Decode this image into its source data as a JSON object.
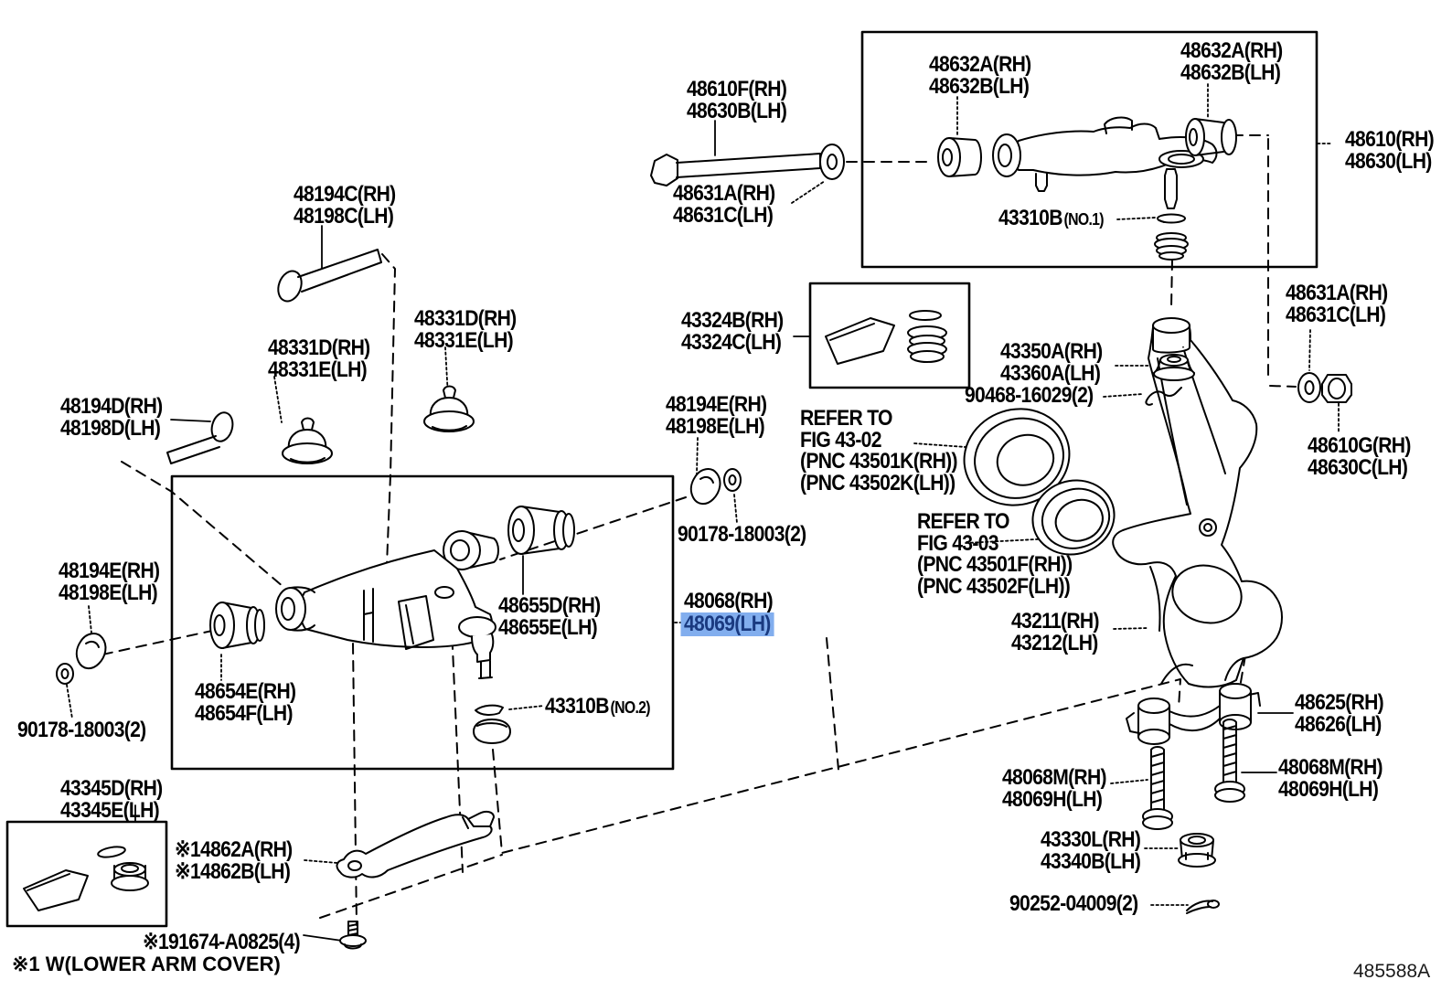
{
  "diagram_code": "485588A",
  "footnote": "※1 W(LOWER ARM COVER)",
  "selected_part": "48069(LH)",
  "colors": {
    "background": "#ffffff",
    "line": "#000000",
    "highlight_bg": "#82aeee",
    "highlight_text": "#1a3a80"
  },
  "labels": {
    "l48194c": {
      "lines": [
        "48194C(RH)",
        "48198C(LH)"
      ]
    },
    "l48610f": {
      "lines": [
        "48610F(RH)",
        "48630B(LH)"
      ]
    },
    "l48632_left": {
      "lines": [
        "48632A(RH)",
        "48632B(LH)"
      ]
    },
    "l48632_right": {
      "lines": [
        "48632A(RH)",
        "48632B(LH)"
      ]
    },
    "l48610": {
      "lines": [
        "48610(RH)",
        "48630(LH)"
      ]
    },
    "l48631a_top": {
      "lines": [
        "48631A(RH)",
        "48631C(LH)"
      ]
    },
    "l43310b_no1": {
      "part": "43310B",
      "suffix": "(NO.1)"
    },
    "l48631a_right": {
      "lines": [
        "48631A(RH)",
        "48631C(LH)"
      ]
    },
    "l43324b": {
      "lines": [
        "43324B(RH)",
        "43324C(LH)"
      ]
    },
    "l48331d_left": {
      "lines": [
        "48331D(RH)",
        "48331E(LH)"
      ]
    },
    "l48331d_right": {
      "lines": [
        "48331D(RH)",
        "48331E(LH)"
      ]
    },
    "l43350a": {
      "lines": [
        "43350A(RH)",
        "43360A(LH)"
      ]
    },
    "l90468": {
      "lines": [
        "90468-16029(2)"
      ]
    },
    "l48194d": {
      "lines": [
        "48194D(RH)",
        "48198D(LH)"
      ]
    },
    "lrefer02": {
      "lines": [
        "REFER TO",
        "FIG 43-02",
        "(PNC 43501K(RH))",
        "(PNC 43502K(LH))"
      ]
    },
    "l48194e_mid": {
      "lines": [
        "48194E(RH)",
        "48198E(LH)"
      ]
    },
    "l48610g": {
      "lines": [
        "48610G(RH)",
        "48630C(LH)"
      ]
    },
    "lrefer03": {
      "lines": [
        "REFER TO",
        "FIG 43-03",
        "(PNC 43501F(RH))",
        "(PNC 43502F(LH))"
      ]
    },
    "l48194e_left": {
      "lines": [
        "48194E(RH)",
        "48198E(LH)"
      ]
    },
    "l48655d": {
      "lines": [
        "48655D(RH)",
        "48655E(LH)"
      ]
    },
    "l48068": {
      "lines": [
        "48068(RH)",
        "48069(LH)"
      ]
    },
    "l43211": {
      "lines": [
        "43211(RH)",
        "43212(LH)"
      ]
    },
    "l43310b_no2": {
      "part": "43310B",
      "suffix": "(NO.2)"
    },
    "l48654e": {
      "lines": [
        "48654E(RH)",
        "48654F(LH)"
      ]
    },
    "l90178_mid": {
      "lines": [
        "90178-18003(2)"
      ]
    },
    "l90178_left": {
      "lines": [
        "90178-18003(2)"
      ]
    },
    "l48625": {
      "lines": [
        "48625(RH)",
        "48626(LH)"
      ]
    },
    "l48068m_left": {
      "lines": [
        "48068M(RH)",
        "48069H(LH)"
      ]
    },
    "l48068m_right": {
      "lines": [
        "48068M(RH)",
        "48069H(LH)"
      ]
    },
    "l43330l": {
      "lines": [
        "43330L(RH)",
        "43340B(LH)"
      ]
    },
    "l90252": {
      "lines": [
        "90252-04009(2)"
      ]
    },
    "l43345d": {
      "lines": [
        "43345D(RH)",
        "43345E(LH)"
      ]
    },
    "l14862": {
      "lines": [
        "※14862A(RH)",
        "※14862B(LH)"
      ]
    },
    "l191674": {
      "lines": [
        "※191674-A0825(4)"
      ]
    }
  }
}
